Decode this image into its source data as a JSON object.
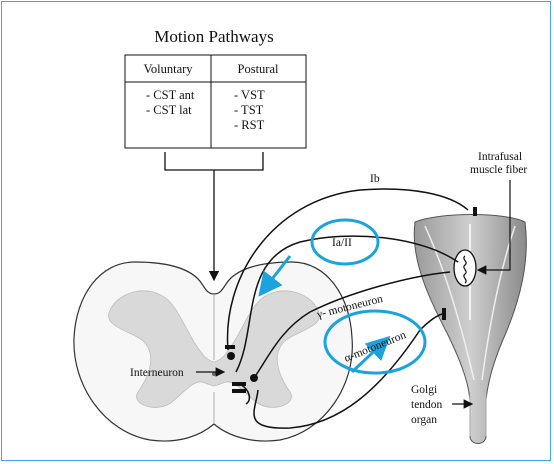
{
  "title": "Motion Pathways",
  "table": {
    "headers": [
      "Voluntary",
      "Postural"
    ],
    "voluntary": [
      "- CST ant",
      "- CST lat"
    ],
    "postural": [
      "- VST",
      "- TST",
      "- RST"
    ]
  },
  "labels": {
    "ib": "Ib",
    "ia_ii": "Ia/II",
    "gamma": "γ- motoneuron",
    "alpha": "α-motoneuron",
    "intrafusal_1": "Intrafusal",
    "intrafusal_2": "muscle fiber",
    "interneuron": "Interneuron",
    "golgi_1": "Golgi",
    "golgi_2": "tendon",
    "golgi_3": "organ"
  },
  "colors": {
    "frame": "#3fa9e0",
    "highlight": "#1aa3dd",
    "gray_matter": "#d9d9d9",
    "muscle": "#8c8c8c"
  }
}
